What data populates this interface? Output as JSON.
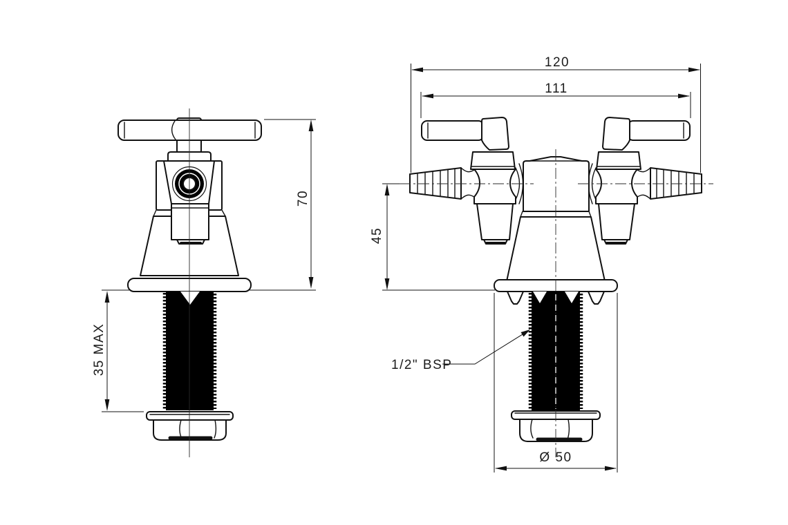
{
  "drawing": {
    "type": "technical-drawing",
    "subject": "laboratory double tap - two views with dimensions",
    "colors": {
      "background": "#ffffff",
      "line": "#111111",
      "thread_fill": "#000000"
    },
    "dimensions": {
      "overall_width": "120",
      "handle_span": "111",
      "body_height": "70",
      "outlet_height": "45",
      "thread_length": "35 MAX",
      "base_diameter": "Ø 50"
    },
    "annotations": {
      "thread_spec": "1/2\" BSP"
    }
  }
}
